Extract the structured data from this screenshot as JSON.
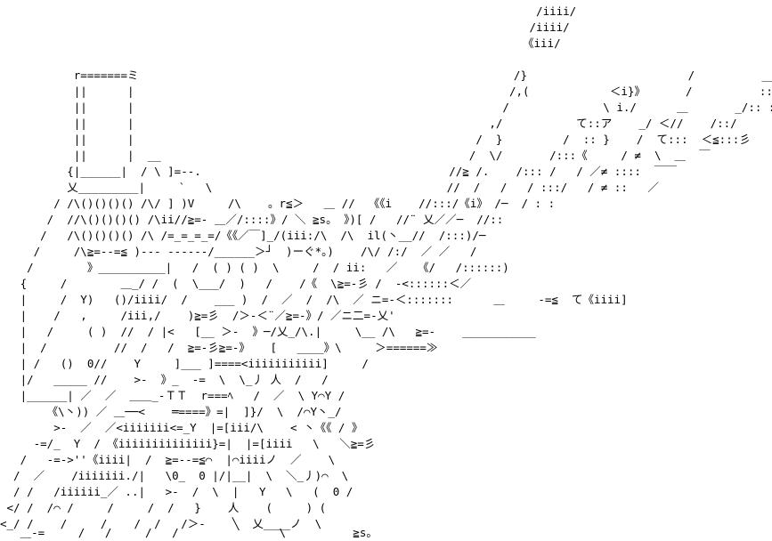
{
  "art": {
    "lines": [
      "                                                                                /iiii/",
      "                                                                               /iiii/",
      "                                                                              《iii/",
      "                                                                                                                         /\\",
      "           r=======ミ                                                        /}                        /          __＜iiiii》",
      "           ||      |                                                        /,(            ＜i}》      /          ::::》/",
      "           ||      |                                                       /              \\ i./      ＿       _/:: : /",
      "           ||      |                                                     ,/           て::ア    _/ ＜//    /::/",
      "           ||      |                                                   /  }         /  :: }    /  て:::  ＜≦:::彡",
      "           ||      |  __                                              /  \\/       /:::《     / ≠  \\  ＿  ￣",
      "          {|______|  / \\ ]=--.                                     //≧ /.    /::: /   / ／≠ ::::  ￣￣",
      "          乂_________|     `   \\                                   //  /   /   / :::/   / ≠ ::   ／",
      "        / /\\()()()() /\\/ ] )V     /\\    。r≦＞   ＿ //  《《i    //:::/《i》 /─  / : :",
      "       /  //\\()()()() /\\ii//≧=- ＿／/::::》/ ＼ ≧s。 》)[ /   //¨ 乂／／─  //::",
      "      /   /\\()()()() /\\ /=_=_=_=/《《／￣]_/(iii:/\\  /\\  il(丶__//  /:::)/─",
      "     /     /\\≧=--=≦ )--- ------/______＞┘  )ーぐ*。)    /\\/ /:/  ／ ／   /",
      "    /        》__________|   /  ( ) ( )  \\     /  / ii:   ／   《/   /::::::)",
      "   {     /        ＿_/ /  (  \\___/  )   /    /《  \\≧=-彡 /  -<::::::＜／",
      "   |     /  Y)   ()/iiii/  /    ___ )  /  ／  /  /\\  ／ ニ=-＜:::::::      ＿     -=≦  て《iiii]",
      "   |    /   ,     /iii,/    )≧=彡  /＞‐＜¨／≧=-》/ ／ニ二=-乂'           ",
      "   |   /     ( )  //  / |<   [__ ＞‐  》─/乂_/\\.|     \\__ /\\   ≧=-    ___________",
      "   |  /          //  /   /  ≧=-彡≧=-》   [   ____》\\     ＞======≫",
      "   | /   ()  0//    Y     ]___ ]====<iiiiiiiiiii]     /",
      "   |/   _____ //    >‐  》_  -=  \\  \\_丿 人  /   /",
      "   |______| ／  ／  ＿＿_-ＴＴ  r===ﾍ   /  ／  \\ Y⌒Y /",
      "       《\\丶)) ／ ＿──<    ═====》=|  ]}/  \\  /⌒Y丶_/",
      "        >‐  ／  ／<iiiiiii<=_Y  |=[iii/\\    < 丶《《 / 》",
      "     -=/_  Y  / 《iiiiiiiiiiiiii}=|  |=[iiii   \\   ＼≧=彡",
      "   /   -=‐>''《iiii|  /  ≧=--=≦⌒  |⌒iiiiノ  ／    \\",
      "  /  ／    /iiiiiii./|   \\0_  0 |/|__|  \\  ＼_丿)⌒  \\",
      "  / /   /iiiiii_／ ..|   >‐  /  \\  |   Y   \\   (  0 /",
      " </ /  /⌒ /     /     /  /   }    人    (     ) (",
      "<_/ /    /     /    /  /   /＞‐    ╲  乂____ノ  \\",
      "   ＿-=     /   /     /   /               \\          ≧s。"
    ]
  }
}
